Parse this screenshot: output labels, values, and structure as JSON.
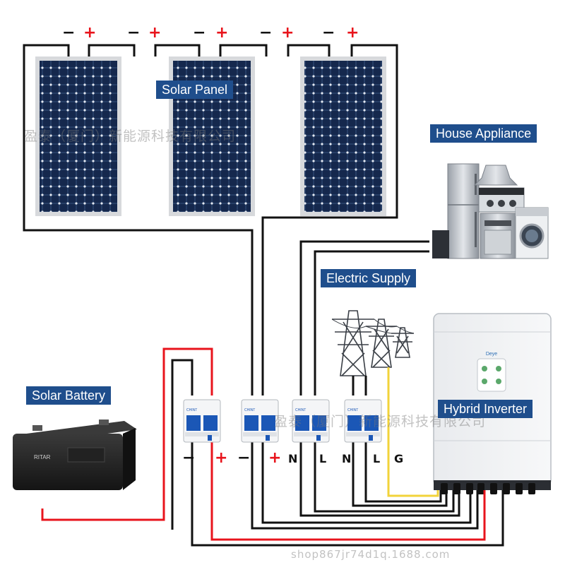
{
  "labels": {
    "solar_panel": "Solar Panel",
    "house_appliance": "House Appliance",
    "electric_supply": "Electric Supply",
    "solar_battery": "Solar Battery",
    "hybrid_inverter": "Hybrid Inverter"
  },
  "panel_terminals": [
    "−",
    "+",
    "−",
    "+",
    "−",
    "+",
    "−",
    "+",
    "−",
    "+"
  ],
  "breaker_terminals": {
    "battery_neg": "−",
    "battery_pos": "+",
    "pv_neg": "−",
    "pv_pos": "+",
    "load_n": "N",
    "load_l": "L",
    "grid_n": "N",
    "grid_l": "L",
    "ground": "G"
  },
  "watermarks": {
    "company": "盈泰（厦门）新能源科技有限公司",
    "company2": "盈泰（厦门）新能源科技有限公司",
    "shop": "shop867jr74d1q.1688.com"
  },
  "device_text": {
    "inverter_brand": "Deye",
    "breaker_brand": "CHINT",
    "battery_brand": "RITAR"
  },
  "colors": {
    "label_bg": "#1f4e8c",
    "positive_wire": "#e8141c",
    "neutral_wire": "#111111",
    "ground_wire": "#f2d33a",
    "breaker_blue": "#1b57b6"
  }
}
